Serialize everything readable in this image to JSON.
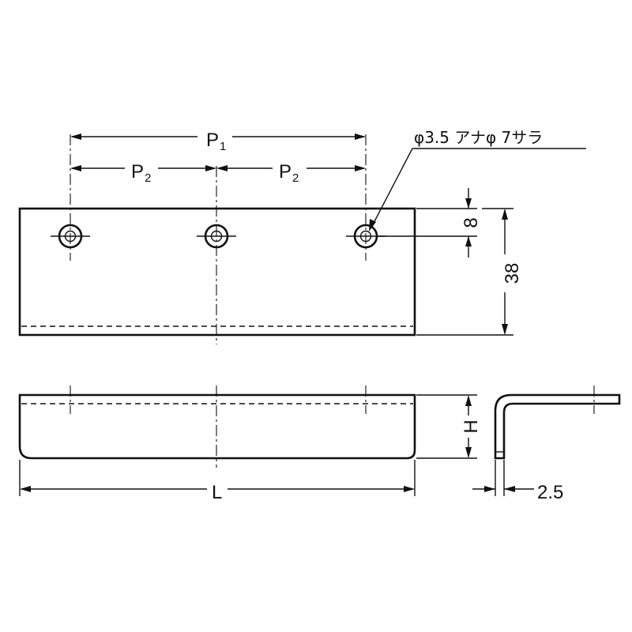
{
  "dimensions": {
    "p1": "P",
    "p1_sub": "1",
    "p2": "P",
    "p2_sub": "2",
    "hole_spec": "φ3.5 アナφ 7サラ",
    "hole_edge": "8",
    "height": "38",
    "depth": "H",
    "length": "L",
    "thickness": "2.5"
  }
}
